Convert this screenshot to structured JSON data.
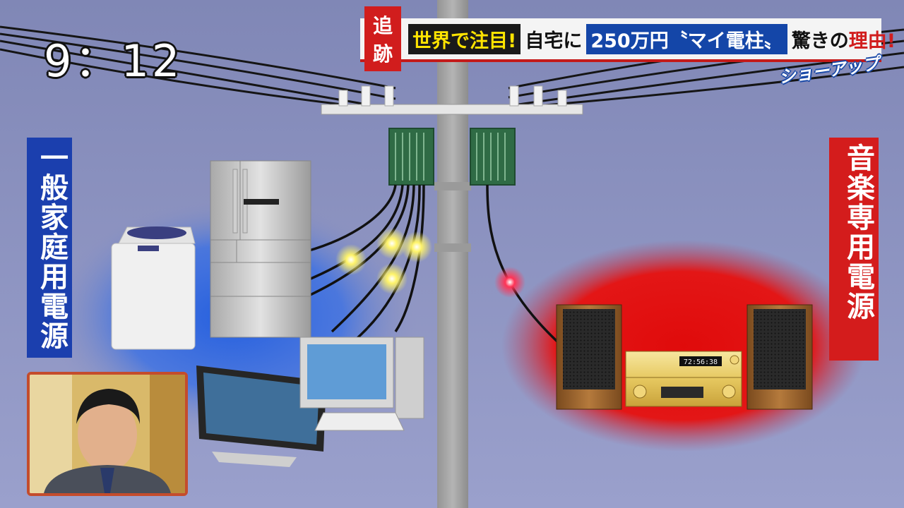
{
  "clock": "9：12",
  "ticker": {
    "tag": "追跡",
    "part1": "世界で注目!",
    "part2": "自宅に",
    "part3": "250万円〝マイ電柱〟",
    "part4": "驚きの",
    "part5": "理由!"
  },
  "show_logo": "ショーアップ",
  "left_label": "一般家庭用電源",
  "right_label": "音楽専用電源",
  "receiver_display": "72:56:38",
  "fridge_label": "▬▬▬▬▬▬▬",
  "colors": {
    "background": "#8a8fbf",
    "household_glow": "#2f6fe0",
    "music_glow": "#e01414",
    "pole": "#8a8a8a"
  }
}
